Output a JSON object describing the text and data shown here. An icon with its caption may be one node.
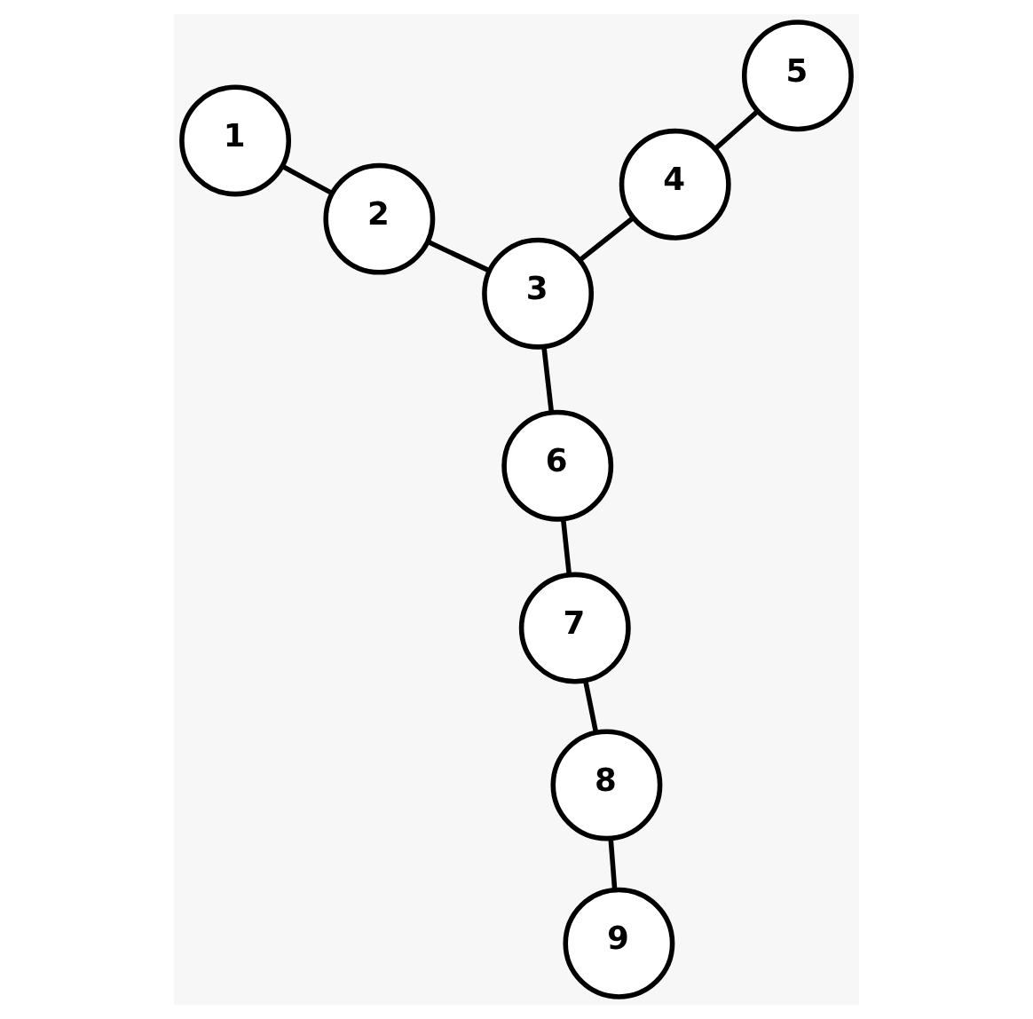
{
  "diagram": {
    "nodes": [
      {
        "text": [
          "1"
        ]
      },
      {
        "text": [
          "2"
        ]
      },
      {
        "text": [
          "3"
        ]
      },
      {
        "text": [
          "4"
        ]
      },
      {
        "text": [
          "5"
        ]
      },
      {
        "text": [
          "6"
        ]
      },
      {
        "text": [
          "7"
        ]
      },
      {
        "text": [
          "8"
        ]
      },
      {
        "text": [
          "9"
        ]
      }
    ],
    "edges": [
      {
        "from": 0,
        "to": 1,
        "arrow": "none"
      },
      {
        "from": 1,
        "to": 2,
        "arrow": "none"
      },
      {
        "from": 2,
        "to": 3,
        "arrow": "none"
      },
      {
        "from": 3,
        "to": 4,
        "arrow": "none"
      },
      {
        "from": 2,
        "to": 5,
        "arrow": "none"
      },
      {
        "from": 5,
        "to": 6,
        "arrow": "none"
      },
      {
        "from": 6,
        "to": 7,
        "arrow": "none"
      },
      {
        "from": 7,
        "to": 8,
        "arrow": "none"
      }
    ]
  }
}
